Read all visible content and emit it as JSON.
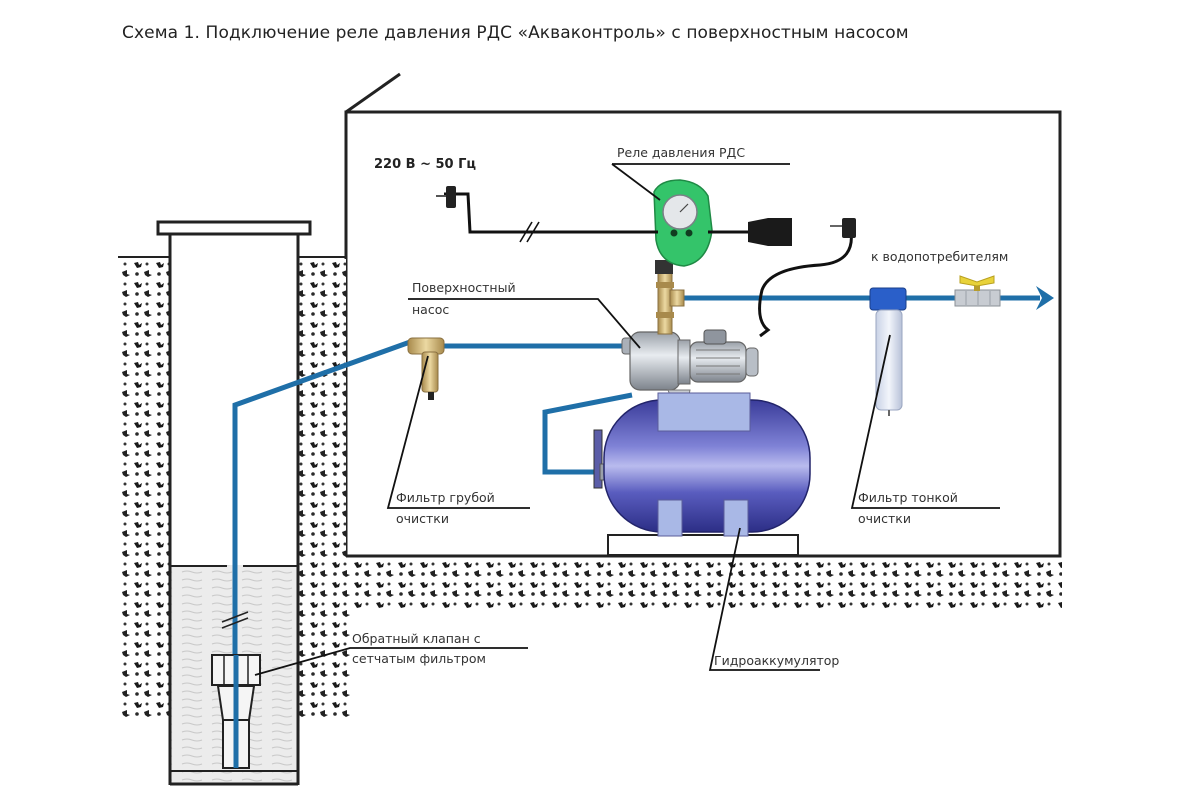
{
  "title": "Схема 1. Подключение реле давления РДС «Акваконтроль» с поверхностным насосом",
  "labels": {
    "power": "220 В ~ 50 Гц",
    "relay": "Реле давления РДС",
    "consumers": "к водопотребителям",
    "pump_line1": "Поверхностный",
    "pump_line2": "насос",
    "coarse_filter_line1": "Фильтр грубой",
    "coarse_filter_line2": "очистки",
    "fine_filter_line1": "Фильтр тонкой",
    "fine_filter_line2": "очистки",
    "check_valve_line1": "Обратный клапан с",
    "check_valve_line2": "сетчатым фильтром",
    "accumulator": "Гидроаккумулятор"
  },
  "colors": {
    "pipe": "#1f6fa8",
    "relay_body": "#34c46a",
    "tank": "#4b4fb0",
    "brass": "#c9a968",
    "valve_handle": "#e8d23a",
    "filter_cap": "#2a5fc9"
  }
}
